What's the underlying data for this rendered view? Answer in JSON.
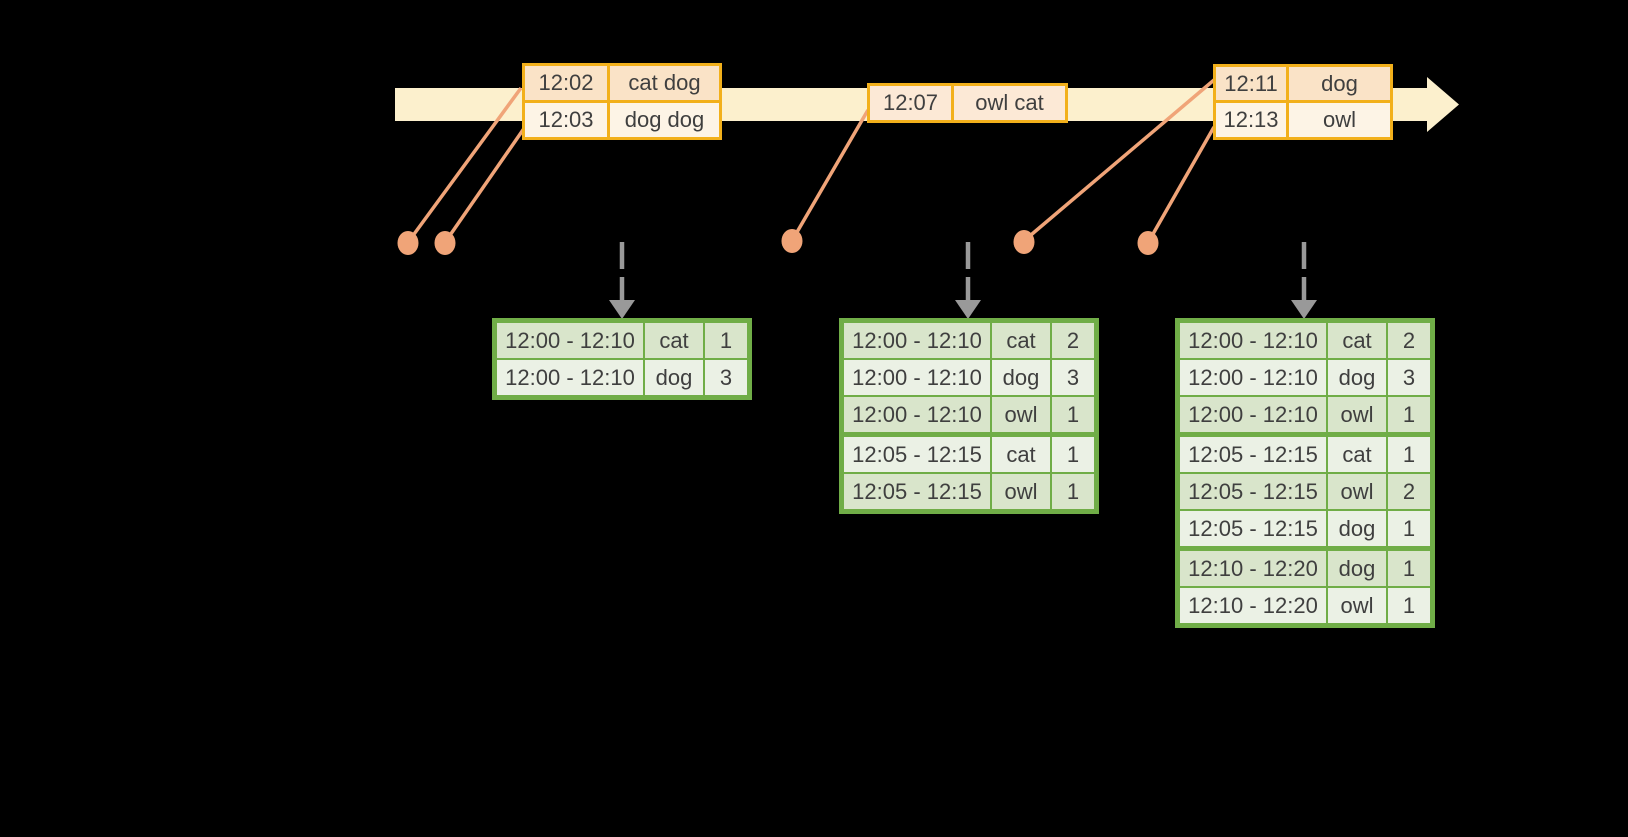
{
  "colors": {
    "background": "#000000",
    "band": "#FCF0CD",
    "amber": "#F2B01B",
    "orange_row_dark": "#FAE3C7",
    "orange_row_light": "#FDF4E6",
    "orange_row_single": "#FCE9D6",
    "salmon": "#F0A478",
    "arrow_gray": "#999999",
    "green": "#70AD47",
    "green_row_dark": "#D9E5CB",
    "green_row_light": "#EBF1E5",
    "text": "#3F3F3F"
  },
  "icons": {
    "timeline_arrowhead": "right-arrow",
    "trigger_arrow": "dashed-down-arrow",
    "event_dot": "dot"
  },
  "orange_tables": [
    {
      "rows": [
        {
          "time": "12:02",
          "words": "cat dog"
        },
        {
          "time": "12:03",
          "words": "dog dog"
        }
      ]
    },
    {
      "rows": [
        {
          "time": "12:07",
          "words": "owl cat"
        }
      ]
    },
    {
      "rows": [
        {
          "time": "12:11",
          "words": "dog"
        },
        {
          "time": "12:13",
          "words": "owl"
        }
      ]
    }
  ],
  "green_tables": [
    {
      "groups": [
        {
          "rows": [
            {
              "window": "12:00 - 12:10",
              "word": "cat",
              "count": "1"
            },
            {
              "window": "12:00 - 12:10",
              "word": "dog",
              "count": "3"
            }
          ]
        }
      ]
    },
    {
      "groups": [
        {
          "rows": [
            {
              "window": "12:00 - 12:10",
              "word": "cat",
              "count": "2"
            },
            {
              "window": "12:00 - 12:10",
              "word": "dog",
              "count": "3"
            },
            {
              "window": "12:00 - 12:10",
              "word": "owl",
              "count": "1"
            }
          ]
        },
        {
          "rows": [
            {
              "window": "12:05 - 12:15",
              "word": "cat",
              "count": "1"
            },
            {
              "window": "12:05 - 12:15",
              "word": "owl",
              "count": "1"
            }
          ]
        }
      ]
    },
    {
      "groups": [
        {
          "rows": [
            {
              "window": "12:00 - 12:10",
              "word": "cat",
              "count": "2"
            },
            {
              "window": "12:00 - 12:10",
              "word": "dog",
              "count": "3"
            },
            {
              "window": "12:00 - 12:10",
              "word": "owl",
              "count": "1"
            }
          ]
        },
        {
          "rows": [
            {
              "window": "12:05 - 12:15",
              "word": "cat",
              "count": "1"
            },
            {
              "window": "12:05 - 12:15",
              "word": "owl",
              "count": "2"
            },
            {
              "window": "12:05 - 12:15",
              "word": "dog",
              "count": "1"
            }
          ]
        },
        {
          "rows": [
            {
              "window": "12:10 - 12:20",
              "word": "dog",
              "count": "1"
            },
            {
              "window": "12:10 - 12:20",
              "word": "owl",
              "count": "1"
            }
          ]
        }
      ]
    }
  ]
}
